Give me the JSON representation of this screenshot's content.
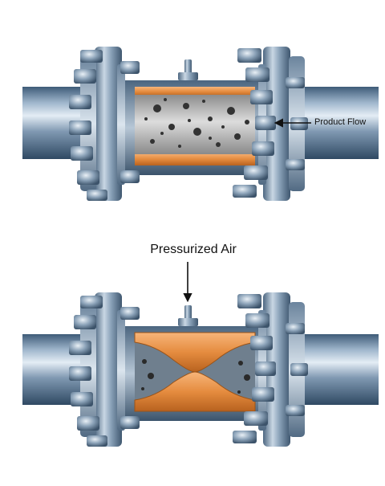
{
  "labels": {
    "product_flow": "Product Flow",
    "pressurized_air": "Pressurized Air"
  },
  "colors": {
    "pipe": "#5f7f9e",
    "flange": "#8ea6bd",
    "bolt": "#6f879e",
    "liner": "#e6934a",
    "product": "#b9b9b9",
    "arrow": "#111111"
  },
  "diagram": {
    "valve_top": {
      "state": "open"
    },
    "valve_bottom": {
      "state": "pinched"
    }
  }
}
